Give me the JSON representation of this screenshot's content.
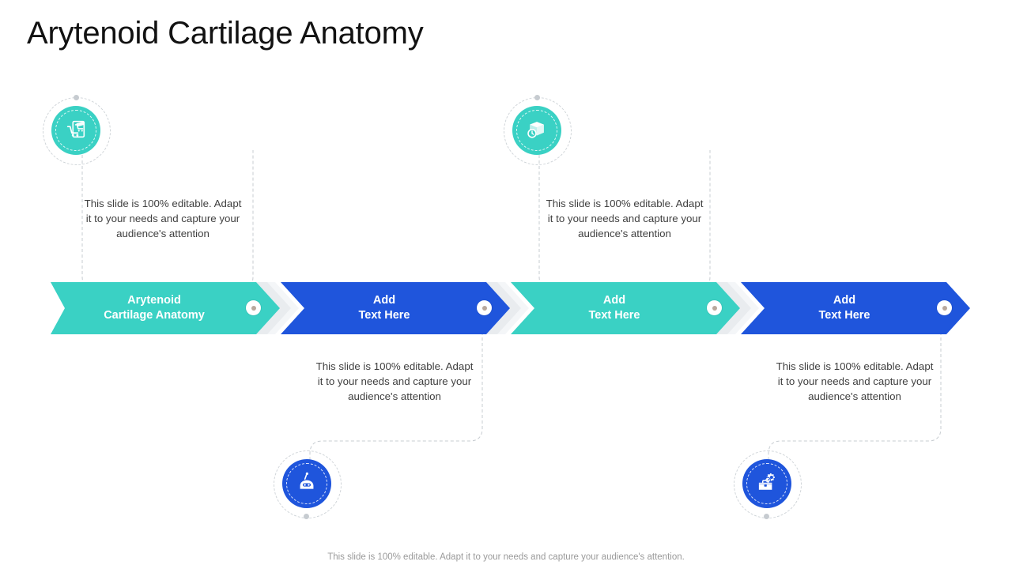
{
  "slide": {
    "title": "Arytenoid Cartilage Anatomy",
    "footer": "This slide is 100% editable. Adapt it to your needs and capture your audience's attention.",
    "body_text": "This slide is 100% editable. Adapt it to your needs and capture your audience's attention"
  },
  "colors": {
    "teal": "#3ad1c4",
    "blue": "#1f55dc",
    "title": "#121212",
    "body": "#404040",
    "footer": "#9a9a9a",
    "connector": "#c7ccd1",
    "chevron_shadow": "#e9ecef"
  },
  "steps": [
    {
      "index": 1,
      "label": "Arytenoid\nCartilage Anatomy",
      "color": "#3ad1c4",
      "icon": "mobile-shopping-cart-icon",
      "icon_position": "top",
      "description": "This slide is 100% editable. Adapt it to your needs and capture your audience's attention"
    },
    {
      "index": 2,
      "label": "Add\nText Here",
      "color": "#1f55dc",
      "icon": "robot-icon",
      "icon_position": "bottom",
      "description": "This slide is 100% editable. Adapt it to your needs and capture your audience's attention"
    },
    {
      "index": 3,
      "label": "Add\nText Here",
      "color": "#3ad1c4",
      "icon": "package-delivery-time-icon",
      "icon_position": "top",
      "description": "This slide is 100% editable. Adapt it to your needs and capture your audience's attention"
    },
    {
      "index": 4,
      "label": "Add\nText Here",
      "color": "#1f55dc",
      "icon": "toolbox-gear-check-icon",
      "icon_position": "bottom",
      "description": "This slide is 100% editable. Adapt it to your needs and capture your audience's attention"
    }
  ]
}
